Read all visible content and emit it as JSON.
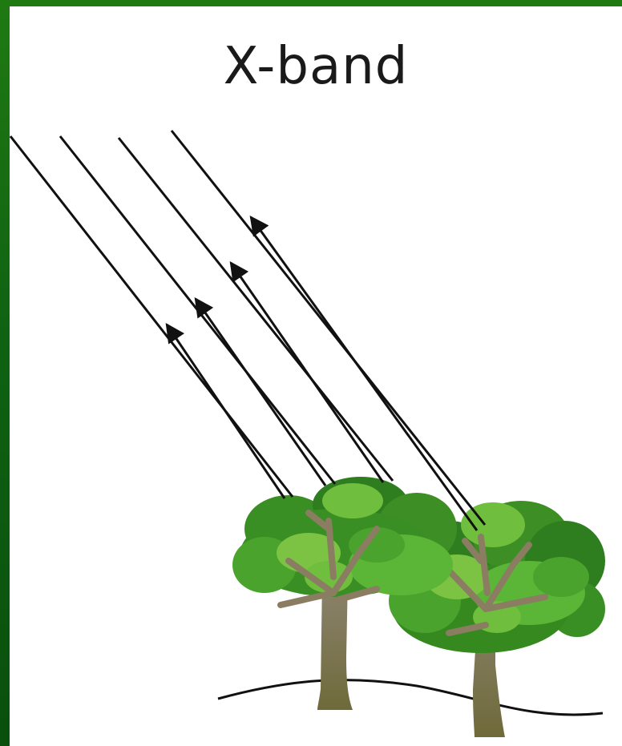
{
  "diagram": {
    "title": "X-band"
  },
  "colors": {
    "frame": "#0d5a10",
    "background": "#ffffff",
    "lines": "#111111",
    "canopy_dark": "#2e7d1f",
    "canopy_mid": "#4aa32c",
    "canopy_light": "#7cc243",
    "trunk": "#8a7d62",
    "ground": "#111111"
  },
  "elements": {
    "incident_rays": 4,
    "backscatter_arrows": 4,
    "trees": 2
  }
}
